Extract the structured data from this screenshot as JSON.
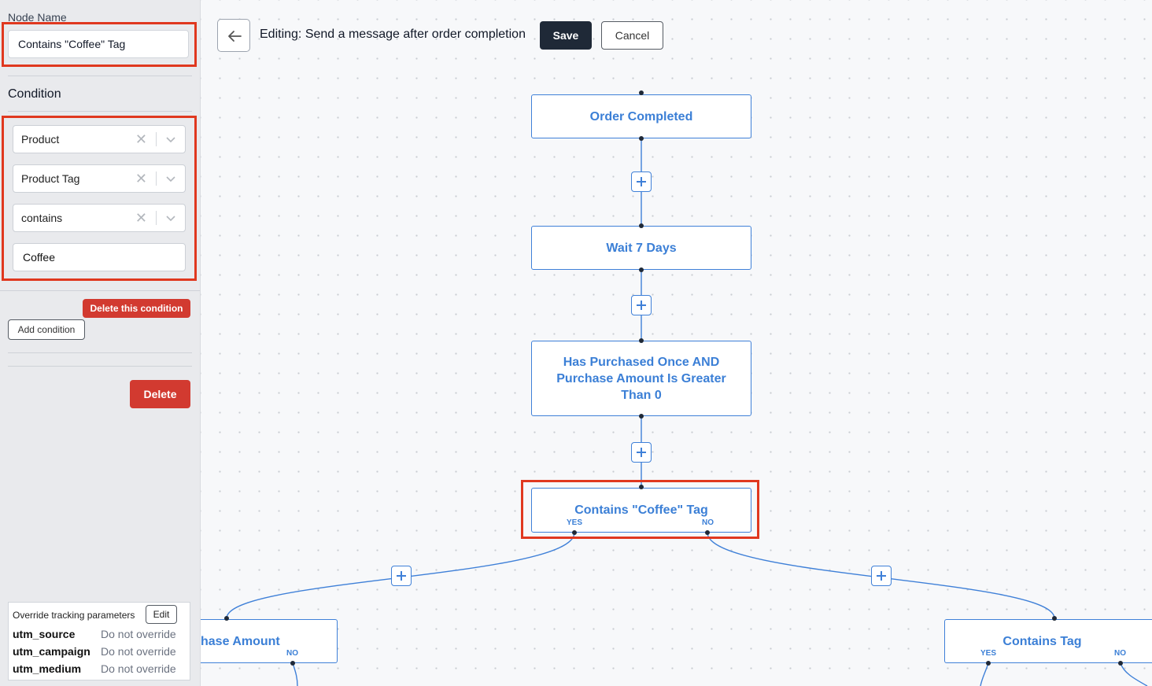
{
  "sidebar": {
    "node_name_label": "Node Name",
    "node_name_value": "Contains \"Coffee\" Tag",
    "condition_title": "Condition",
    "conditions": [
      {
        "value": "Product"
      },
      {
        "value": "Product Tag"
      },
      {
        "value": "contains"
      }
    ],
    "condition_text_value": "Coffee",
    "delete_condition_label": "Delete this condition",
    "add_condition_label": "Add condition",
    "delete_label": "Delete",
    "tracking": {
      "title": "Override tracking parameters",
      "edit_label": "Edit",
      "rows": [
        {
          "key": "utm_source",
          "value": "Do not override"
        },
        {
          "key": "utm_campaign",
          "value": "Do not override"
        },
        {
          "key": "utm_medium",
          "value": "Do not override"
        }
      ]
    }
  },
  "toolbar": {
    "title": "Editing: Send a message after order completion",
    "save_label": "Save",
    "cancel_label": "Cancel"
  },
  "flow": {
    "nodes": {
      "order_completed": "Order Completed",
      "wait": "Wait 7 Days",
      "has_purchased": "Has Purchased Once AND Purchase Amount Is Greater Than 0",
      "contains_coffee": "Contains \"Coffee\" Tag",
      "purchase_amount_partial": "hase Amount",
      "contains_tag": "Contains Tag"
    },
    "yes_label": "YES",
    "no_label": "NO"
  },
  "colors": {
    "accent": "#3b7fd6",
    "highlight": "#e0381f",
    "danger": "#d23a30",
    "dark": "#1f2937"
  }
}
